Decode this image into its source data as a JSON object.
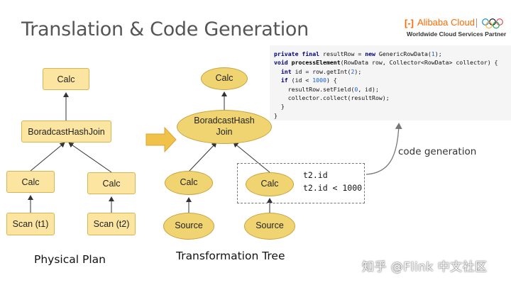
{
  "title": "Translation & Code Generation",
  "logo": {
    "brand": "Alibaba Cloud",
    "tagline": "Worldwide Cloud Services Partner",
    "mark_icon": "alibaba-cloud-mark-icon",
    "rings_icon": "olympic-rings-icon"
  },
  "physical_plan": {
    "caption": "Physical Plan",
    "nodes": {
      "calc_top": "Calc",
      "join": "BoradcastHashJoin",
      "calc_left": "Calc",
      "calc_right": "Calc",
      "scan_left": "Scan (t1)",
      "scan_right": "Scan (t2)"
    }
  },
  "transformation_tree": {
    "caption": "Transformation Tree",
    "nodes": {
      "calc_top": "Calc",
      "join_line1": "BoradcastHash",
      "join_line2": "Join",
      "calc_left": "Calc",
      "calc_right": "Calc",
      "source_left": "Source",
      "source_right": "Source"
    }
  },
  "code_panel": {
    "line1": {
      "kw1": "private final",
      "rest1": " resultRow = ",
      "kw2": "new",
      "rest2": " GenericRowData(",
      "num": "1",
      "rest3": ");"
    },
    "line2": {
      "kw": "void",
      "method": " processElement",
      "rest": "(RowData row, Collector<RowData> collector) {"
    },
    "line3": {
      "pre": "  ",
      "kw": "int",
      "rest1": " id = row.getInt(",
      "num": "2",
      "rest2": ");"
    },
    "line4": {
      "pre": "  ",
      "kw": "if",
      "rest1": " (id < ",
      "num": "1000",
      "rest2": ") {"
    },
    "line5": {
      "pre": "    resultRow.setField(",
      "num": "0",
      "rest": ", id);"
    },
    "line6": "    collector.collect(resultRow);",
    "line7": "  }",
    "line8": "}"
  },
  "condition": {
    "line1": "t2.id",
    "line2": "t2.id < 1000"
  },
  "code_generation_label": "code generation",
  "watermark": "知乎 @Flink 中文社区",
  "colors": {
    "box_fill": "#fbe5a0",
    "box_border": "#d7b454",
    "ellipse_fill": "#f1d472",
    "arrow_fill": "#f0c24a",
    "brand": "#ff6a00",
    "code_bg": "#f5f5f5"
  }
}
